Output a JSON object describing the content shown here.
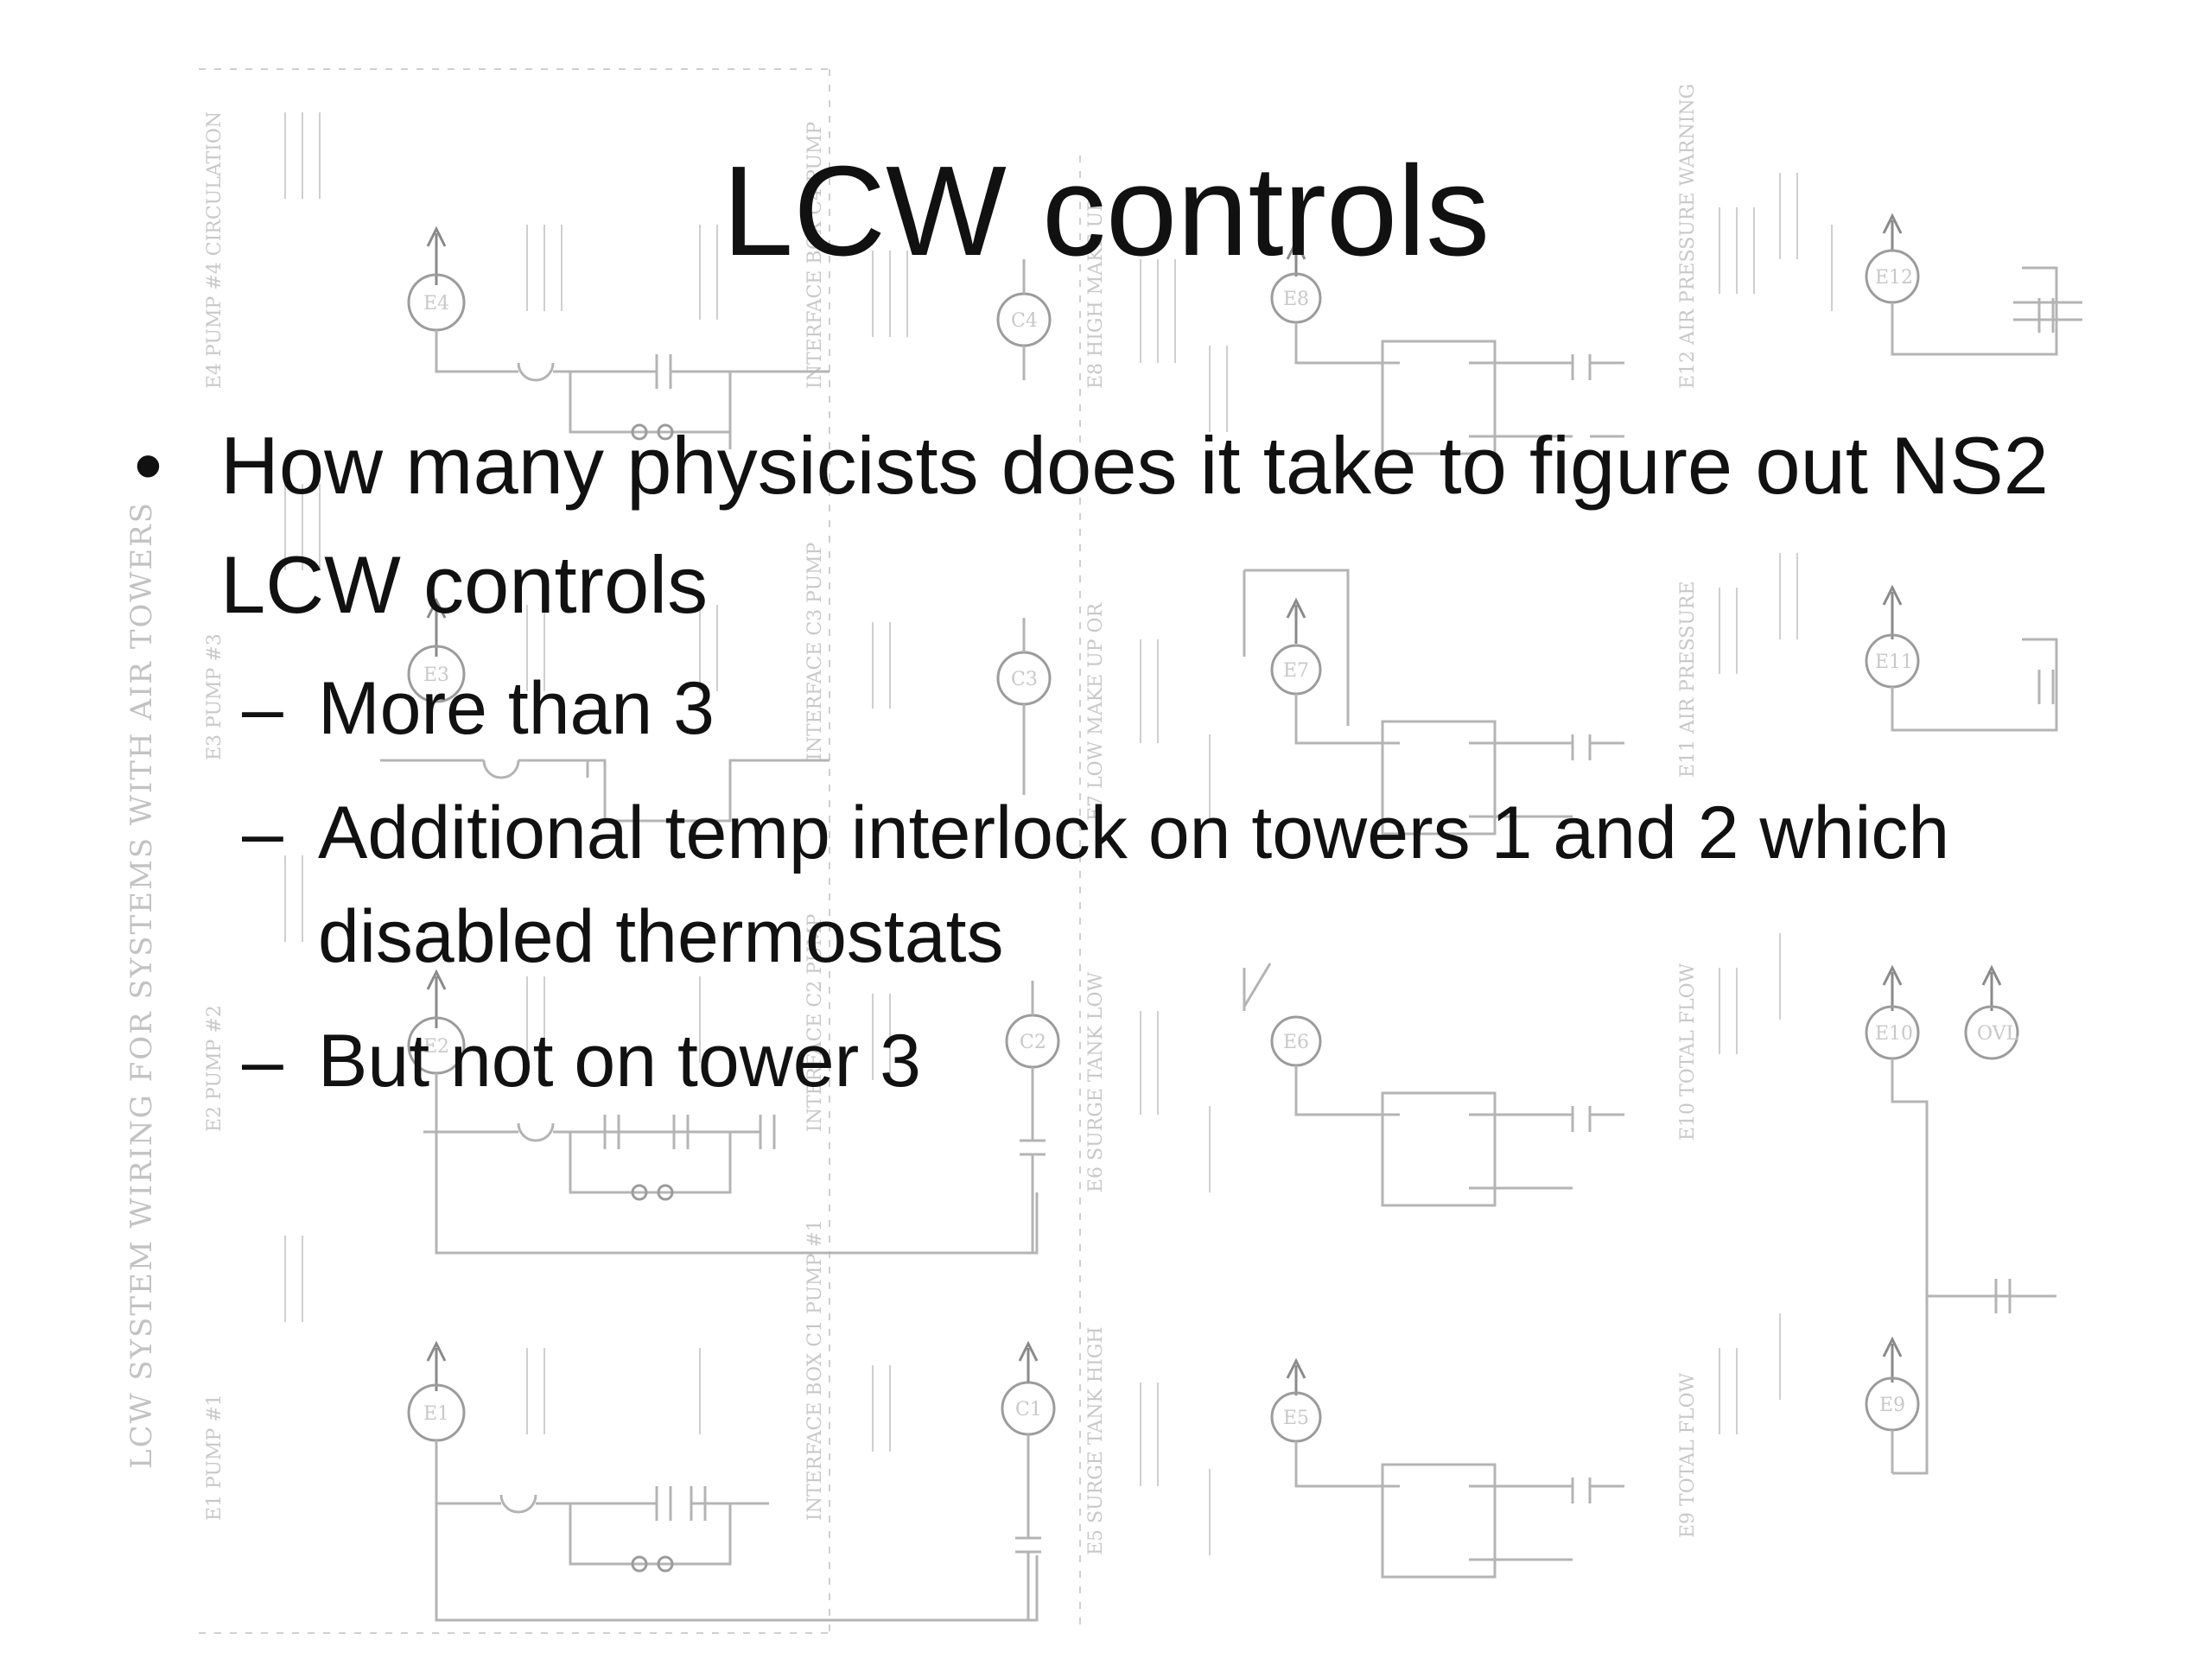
{
  "slide": {
    "title": "LCW controls",
    "bullets": [
      {
        "marker": "•",
        "text": "How many physicists does it take to figure out NS2 LCW controls",
        "subitems": [
          {
            "marker": "–",
            "text": "More than 3"
          },
          {
            "marker": "–",
            "text": "Additional temp interlock on towers 1 and 2 which disabled thermostats"
          },
          {
            "marker": "–",
            "text": "But not on tower 3"
          }
        ]
      }
    ]
  },
  "background_schematic": {
    "side_label": "LCW SYSTEM WIRING FOR SYSTEMS WITH AIR TOWERS",
    "circuit_labels": [
      "E4 PUMP #4 CIRCULATION",
      "E3 PUMP #3",
      "E2 PUMP #2",
      "E1 PUMP #1",
      "INTERFACE BOX C4 PUMP",
      "INTERFACE C3 PUMP",
      "INTERFACE C2 PUMP",
      "INTERFACE BOX C1 PUMP #1",
      "E8 HIGH MAKE UP",
      "E7 LOW MAKE UP OR",
      "E6 SURGE TANK LOW",
      "E5 SURGE TANK HIGH",
      "E12 AIR PRESSURE WARNING",
      "E11 AIR PRESSURE",
      "E10 TOTAL FLOW",
      "E9 TOTAL FLOW"
    ],
    "coil_labels": [
      "E4",
      "E3",
      "E2",
      "E1",
      "C4",
      "C3",
      "C2",
      "C1",
      "E8",
      "E7",
      "E6",
      "E5",
      "E12",
      "E11",
      "E10",
      "E9",
      "OVL"
    ],
    "colors": {
      "line": "#b4b4b4",
      "text": "#c2c2c2"
    }
  }
}
